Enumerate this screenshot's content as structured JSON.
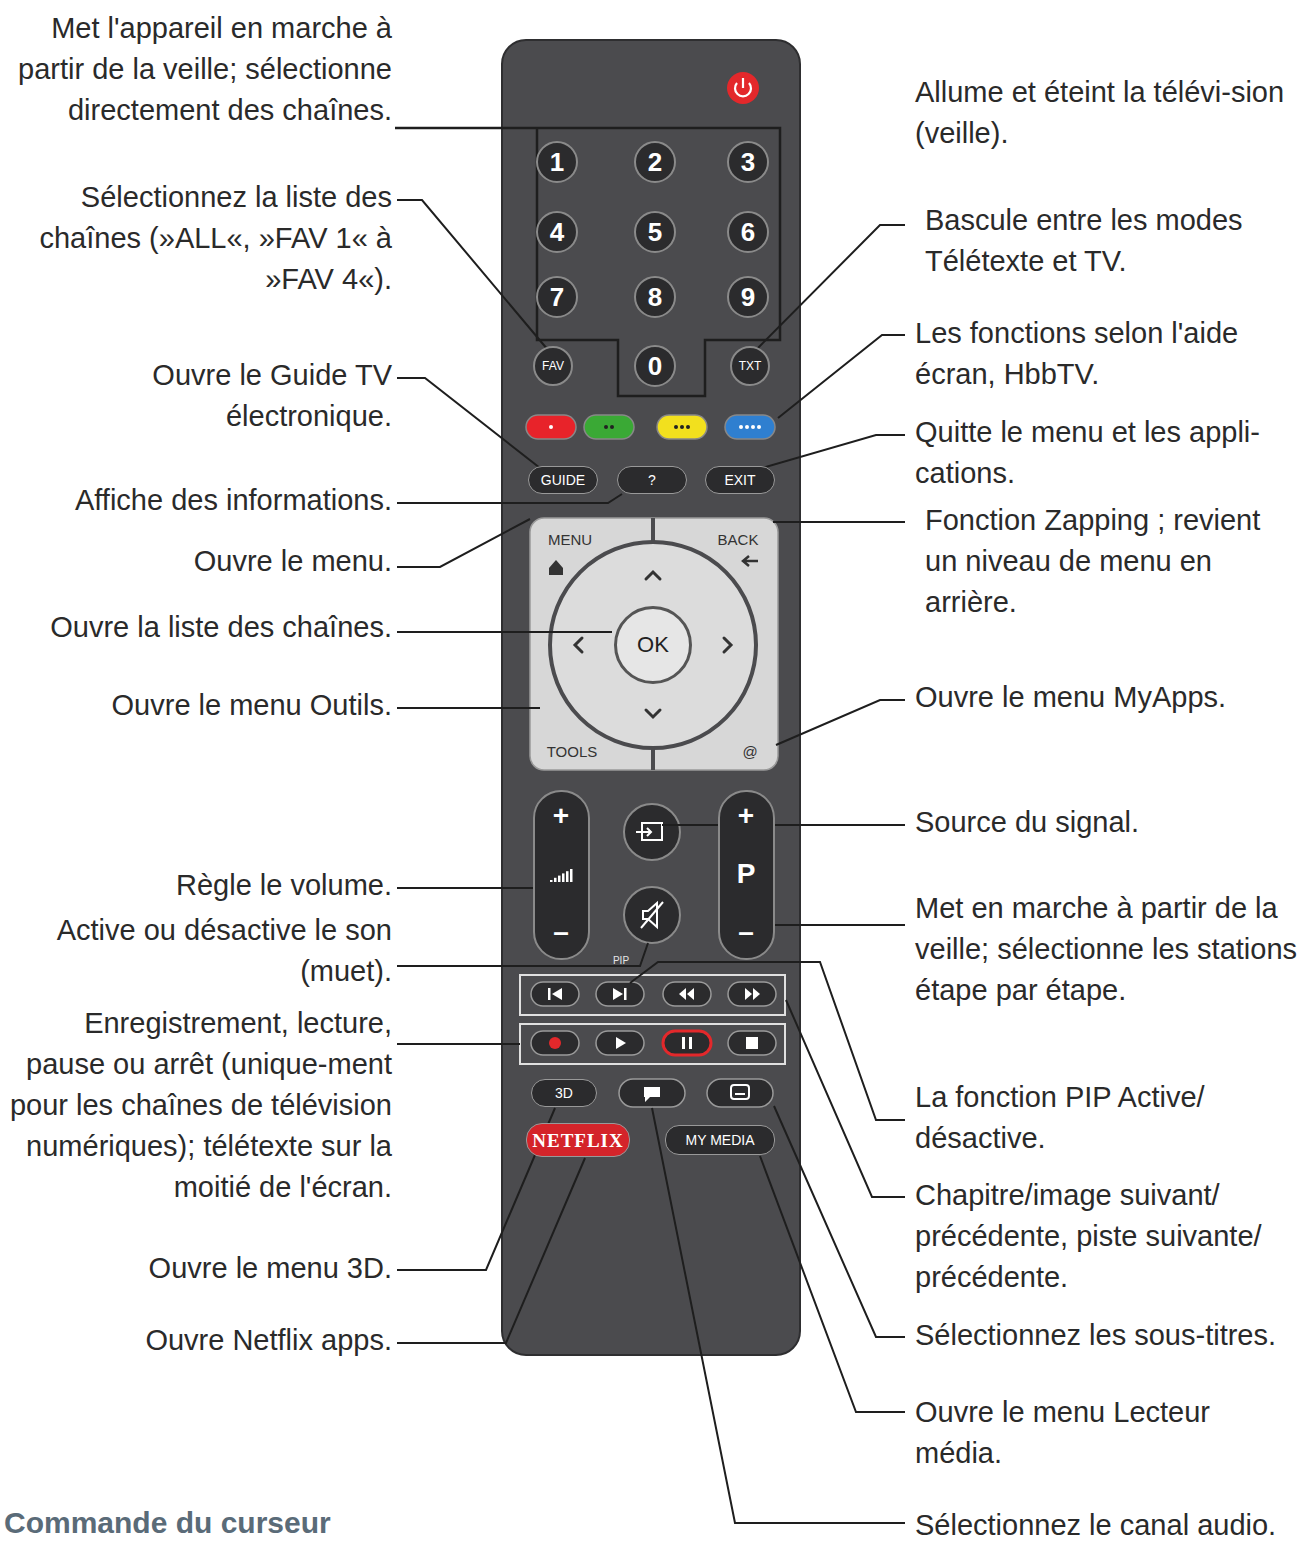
{
  "diagram": {
    "nodes": [
      {
        "text": [
          "1"
        ]
      },
      {
        "text": [
          "2"
        ]
      },
      {
        "text": [
          "3"
        ]
      },
      {
        "text": [
          "4"
        ]
      },
      {
        "text": [
          "5"
        ]
      },
      {
        "text": [
          "6"
        ]
      },
      {
        "text": [
          "7"
        ]
      },
      {
        "text": [
          "8"
        ]
      },
      {
        "text": [
          "9"
        ]
      },
      {
        "text": [
          "FAV"
        ]
      },
      {
        "text": [
          "0"
        ]
      },
      {
        "text": [
          "TXT"
        ]
      },
      {
        "text": [
          "GUIDE"
        ]
      },
      {
        "text": [
          "?"
        ]
      },
      {
        "text": [
          "EXIT"
        ]
      },
      {
        "text": [
          "MENU"
        ]
      },
      {
        "text": [
          "BACK"
        ]
      },
      {
        "text": [
          "OK"
        ]
      },
      {
        "text": [
          "TOOLS"
        ]
      },
      {
        "text": [
          "@"
        ]
      },
      {
        "text": [
          "+",
          "–"
        ]
      },
      {
        "text": [
          "+",
          "P",
          "–"
        ]
      },
      {
        "text": [
          "3D"
        ]
      },
      {
        "text": [
          "NETFLIX"
        ]
      },
      {
        "text": [
          "MY MEDIA"
        ]
      }
    ],
    "labels": [
      "Met l'appareil en marche à partir de la veille; sélectionne directement des chaînes.",
      "Allume et éteint la télévi-sion (veille).",
      "Sélectionnez la liste des chaînes (»ALL«, »FAV 1« à »FAV 4«).",
      "Bascule entre les modes Télétexte et TV.",
      "Les fonctions selon l'aide écran, HbbTV.",
      "Ouvre le Guide TV électronique.",
      "Quitte le menu et les appli-cations.",
      "Affiche des informations.",
      "Fonction Zapping ; revient un niveau de menu en arrière.",
      "Ouvre le menu.",
      "Ouvre la liste des chaînes.",
      "Ouvre le menu MyApps.",
      "Ouvre le menu Outils.",
      "Source du signal.",
      "Règle le volume.",
      "Met en marche à partir de la veille; sélectionne les stations étape par étape.",
      "Active ou désactive le son (muet).",
      "PIP",
      "Enregistrement, lecture, pause ou arrêt (unique-ment pour les chaînes de télévision numériques); télétexte sur la moitié de l'écran.",
      "La fonction PIP Active/ désactive.",
      "Chapitre/image suivant/ précédente, piste suivante/ précédente.",
      "Ouvre le menu 3D.",
      "Ouvre Netflix apps.",
      "Sélectionnez les sous-titres.",
      "Ouvre le menu Lecteur média.",
      "Commande du curseur",
      "Sélectionnez le canal audio."
    ]
  }
}
